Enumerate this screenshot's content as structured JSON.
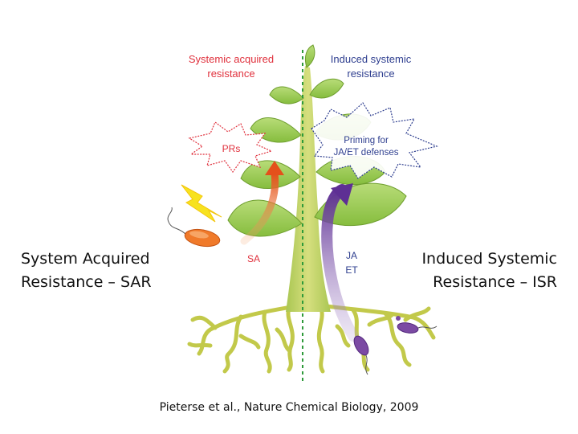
{
  "diagram": {
    "header_left": [
      "Systemic acquired",
      "resistance"
    ],
    "header_right": [
      "Induced systemic",
      "resistance"
    ],
    "burst_left": "PRs",
    "burst_right": [
      "Priming for",
      "JA/ET defenses"
    ],
    "signal_left": "SA",
    "signal_right": [
      "JA",
      "ET"
    ],
    "colors": {
      "header_left": "#e0313d",
      "header_right": "#2e3e8f",
      "sa_arrow": "#e65a1f",
      "isr_arrow": "#6a3c9c",
      "leaf": "#9ccc52",
      "stem": "#c6d66a",
      "root": "#c2c94a",
      "pathogen": "#f07a2a",
      "rhizobacteria": "#7b4aa3",
      "lightning": "#f7e21f"
    }
  },
  "labels": {
    "sar": [
      "System Acquired",
      "Resistance – SAR"
    ],
    "isr": [
      "Induced Systemic",
      "Resistance – ISR"
    ]
  },
  "citation": "Pieterse et al., Nature Chemical Biology, 2009"
}
